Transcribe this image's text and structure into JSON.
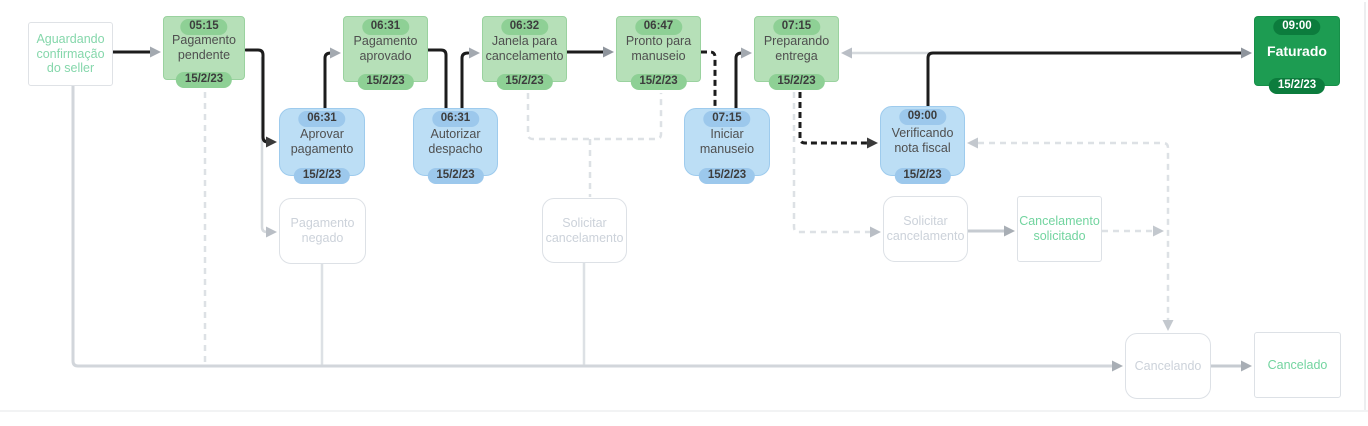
{
  "diagram": {
    "nodes": {
      "aguardando": {
        "label": "Aguardando confirmação do seller"
      },
      "pagamento_pendente": {
        "label": "Pagamento pendente",
        "time": "05:15",
        "date": "15/2/23"
      },
      "pagamento_aprovado": {
        "label": "Pagamento aprovado",
        "time": "06:31",
        "date": "15/2/23"
      },
      "janela_cancelamento": {
        "label": "Janela para cancelamento",
        "time": "06:32",
        "date": "15/2/23"
      },
      "pronto_manuseio": {
        "label": "Pronto para manuseio",
        "time": "06:47",
        "date": "15/2/23"
      },
      "preparando_entrega": {
        "label": "Preparando entrega",
        "time": "07:15",
        "date": "15/2/23"
      },
      "faturado": {
        "label": "Faturado",
        "time": "09:00",
        "date": "15/2/23"
      },
      "aprovar_pagamento": {
        "label": "Aprovar pagamento",
        "time": "06:31",
        "date": "15/2/23"
      },
      "autorizar_despacho": {
        "label": "Autorizar despacho",
        "time": "06:31",
        "date": "15/2/23"
      },
      "iniciar_manuseio": {
        "label": "Iniciar manuseio",
        "time": "07:15",
        "date": "15/2/23"
      },
      "verificando_nota_fiscal": {
        "label": "Verificando nota fiscal",
        "time": "09:00",
        "date": "15/2/23"
      },
      "pagamento_negado": {
        "label": "Pagamento negado"
      },
      "solicitar_cancelamento_1": {
        "label": "Solicitar cancelamento"
      },
      "solicitar_cancelamento_2": {
        "label": "Solicitar cancelamento"
      },
      "cancelamento_solicitado": {
        "label": "Cancelamento solicitado"
      },
      "cancelando": {
        "label": "Cancelando"
      },
      "cancelado": {
        "label": "Cancelado"
      }
    },
    "edges": [
      {
        "from": "aguardando",
        "to": "pagamento_pendente",
        "style": "solid-black"
      },
      {
        "from": "pagamento_pendente",
        "to": "aprovar_pagamento",
        "style": "solid-black"
      },
      {
        "from": "pagamento_pendente",
        "to": "pagamento_negado",
        "style": "solid-gray"
      },
      {
        "from": "aprovar_pagamento",
        "to": "pagamento_aprovado",
        "style": "solid-black"
      },
      {
        "from": "pagamento_aprovado",
        "to": "autorizar_despacho",
        "style": "solid-black"
      },
      {
        "from": "autorizar_despacho",
        "to": "janela_cancelamento",
        "style": "solid-black"
      },
      {
        "from": "janela_cancelamento",
        "to": "pronto_manuseio",
        "style": "solid-black"
      },
      {
        "from": "pronto_manuseio",
        "to": "iniciar_manuseio",
        "style": "dashed-black"
      },
      {
        "from": "iniciar_manuseio",
        "to": "preparando_entrega",
        "style": "solid-black"
      },
      {
        "from": "preparando_entrega",
        "to": "verificando_nota_fiscal",
        "style": "dashed-black"
      },
      {
        "from": "preparando_entrega",
        "to": "solicitar_cancelamento_2",
        "style": "dashed-gray"
      },
      {
        "from": "verificando_nota_fiscal",
        "to": "faturado",
        "style": "solid-black"
      },
      {
        "from": "verificando_nota_fiscal",
        "to": "preparando_entrega",
        "style": "solid-gray"
      },
      {
        "from": "janela_cancelamento",
        "to": "solicitar_cancelamento_1",
        "style": "dashed-gray"
      },
      {
        "from": "pronto_manuseio",
        "to": "solicitar_cancelamento_1",
        "style": "dashed-gray"
      },
      {
        "from": "solicitar_cancelamento_1",
        "to": "cancelando",
        "style": "solid-gray"
      },
      {
        "from": "solicitar_cancelamento_2",
        "to": "cancelamento_solicitado",
        "style": "solid-gray"
      },
      {
        "from": "cancelamento_solicitado",
        "to": "verificando_nota_fiscal",
        "style": "dashed-gray"
      },
      {
        "from": "cancelamento_solicitado",
        "to": "cancelando",
        "style": "dashed-gray"
      },
      {
        "from": "aguardando",
        "to": "cancelando",
        "style": "solid-gray"
      },
      {
        "from": "pagamento_pendente",
        "to": "cancelando",
        "style": "dashed-gray"
      },
      {
        "from": "pagamento_negado",
        "to": "cancelando",
        "style": "solid-gray"
      },
      {
        "from": "cancelando",
        "to": "cancelado",
        "style": "solid-gray"
      }
    ],
    "colors": {
      "reached_state": "#b6e0b8",
      "action_state": "#bcdef5",
      "final_state": "#1d9c52",
      "ghost_border": "#dde1e6",
      "ghost_text": "#ccd2da",
      "pending_green_text": "#72d49f",
      "line_black": "#1c1c1c",
      "line_gray": "#d6dade"
    }
  }
}
